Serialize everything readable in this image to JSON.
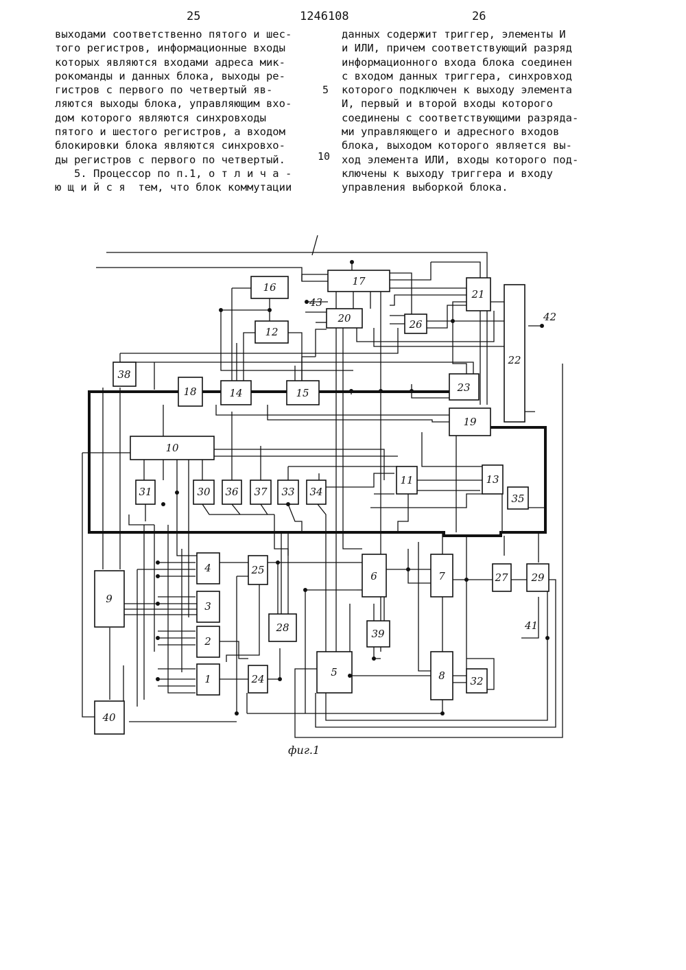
{
  "header": {
    "left_page": "25",
    "patent_number": "1246108",
    "right_page": "26"
  },
  "left_column": [
    "выходами соответственно пятого и шес-",
    "того регистров, информационные входы",
    "которых являются входами адреса мик-",
    "рокоманды и данных блока, выходы ре-",
    "гистров с первого по четвертый яв-",
    "ляются выходы блока, управляющим вхо-",
    "дом которого являются синхровходы",
    "пятого и шестого регистров, а входом",
    "блокировки блока являются синхровхо-",
    "ды регистров с первого по четвертый.",
    "   5. Процессор по п.1, о т л и ч а -",
    "ю щ и й с я  тем, что блок коммутации"
  ],
  "right_column": [
    "данных содержит триггер, элементы И",
    "и ИЛИ, причем соответствующий разряд",
    "информационного входа блока соединен",
    "с входом данных триггера, синхровход",
    "которого подключен к выходу элемента",
    "И, первый и второй входы которого",
    "соединены с соответствующими разряда-",
    "ми управляющего и адресного входов",
    "блока, выходом которого является вы-",
    "ход элемента ИЛИ, входы которого под-",
    "ключены к выходу триггера и входу",
    "управления выборкой блока."
  ],
  "line_numbers": [
    "5",
    "10"
  ],
  "figure": {
    "caption": "фиг.1",
    "blocks": [
      "1",
      "2",
      "3",
      "4",
      "5",
      "6",
      "7",
      "8",
      "9",
      "10",
      "11",
      "12",
      "13",
      "14",
      "15",
      "16",
      "17",
      "18",
      "19",
      "20",
      "21",
      "22",
      "23",
      "24",
      "25",
      "26",
      "27",
      "28",
      "29",
      "30",
      "31",
      "32",
      "33",
      "34",
      "35",
      "36",
      "37",
      "38",
      "39",
      "40"
    ],
    "terminals": [
      "41",
      "42",
      "43"
    ]
  }
}
